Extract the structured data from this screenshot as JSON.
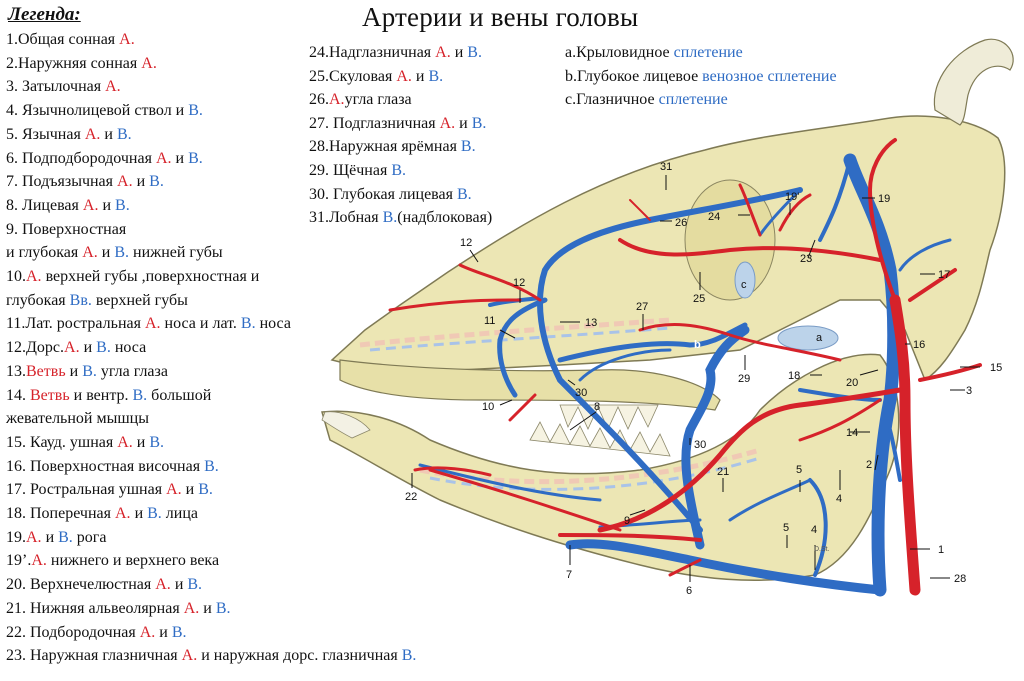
{
  "title": "Артерии и вены головы",
  "legend_heading": "Легенда:",
  "legend_col1": [
    [
      [
        "1.Общая сонная ",
        ""
      ],
      [
        "А.",
        "r"
      ]
    ],
    [
      [
        "2.Наружняя сонная  ",
        ""
      ],
      [
        "А.",
        "r"
      ]
    ],
    [
      [
        "3. Затылочная ",
        ""
      ],
      [
        "А.",
        "r"
      ]
    ],
    [
      [
        "4. Язычнолицевой ствол и ",
        ""
      ],
      [
        "В.",
        "b"
      ]
    ],
    [
      [
        "5. Язычная ",
        ""
      ],
      [
        "А.",
        "r"
      ],
      [
        " и ",
        ""
      ],
      [
        "В.",
        "b"
      ]
    ],
    [
      [
        "6. Подподбородочная ",
        ""
      ],
      [
        "А.",
        "r"
      ],
      [
        " и ",
        ""
      ],
      [
        "В.",
        "b"
      ]
    ],
    [
      [
        "7. Подъязычная ",
        ""
      ],
      [
        "А.",
        "r"
      ],
      [
        " и ",
        ""
      ],
      [
        "В.",
        "b"
      ]
    ],
    [
      [
        "8. Лицевая ",
        ""
      ],
      [
        "А.",
        "r"
      ],
      [
        " и ",
        ""
      ],
      [
        "В.",
        "b"
      ]
    ],
    [
      [
        "9. Поверхностная",
        ""
      ]
    ],
    [
      [
        "и глубокая ",
        ""
      ],
      [
        "А.",
        "r"
      ],
      [
        " и ",
        ""
      ],
      [
        "В.",
        "b"
      ],
      [
        " нижней губы",
        ""
      ]
    ],
    [
      [
        "10.",
        ""
      ],
      [
        "А.",
        "r"
      ],
      [
        " верхней губы ,поверхностная и",
        ""
      ]
    ],
    [
      [
        " глубокая ",
        ""
      ],
      [
        "Вв.",
        "b"
      ],
      [
        " верхней губы",
        ""
      ]
    ],
    [
      [
        "11.Лат. ростральная ",
        ""
      ],
      [
        "А.",
        "r"
      ],
      [
        " носа и лат. ",
        ""
      ],
      [
        "В.",
        "b"
      ],
      [
        " носа",
        ""
      ]
    ],
    [
      [
        "12.Дорс.",
        ""
      ],
      [
        "А.",
        "r"
      ],
      [
        " и ",
        ""
      ],
      [
        "В.",
        "b"
      ],
      [
        " носа",
        ""
      ]
    ],
    [
      [
        "13.",
        ""
      ],
      [
        "Ветвь",
        "r"
      ],
      [
        " и ",
        ""
      ],
      [
        "В.",
        "b"
      ],
      [
        " угла глаза",
        ""
      ]
    ],
    [
      [
        "14. ",
        ""
      ],
      [
        "Ветвь",
        "r"
      ],
      [
        " и вентр. ",
        ""
      ],
      [
        "В.",
        "b"
      ],
      [
        " большой",
        ""
      ]
    ],
    [
      [
        "жевательной мышцы",
        ""
      ]
    ],
    [
      [
        "15. Кауд. ушная ",
        ""
      ],
      [
        "А.",
        "r"
      ],
      [
        " и ",
        ""
      ],
      [
        "В.",
        "b"
      ]
    ],
    [
      [
        "16. Поверхностная височная ",
        ""
      ],
      [
        "В.",
        "b"
      ]
    ],
    [
      [
        "17. Ростральная ушная ",
        ""
      ],
      [
        "А.",
        "r"
      ],
      [
        " и ",
        ""
      ],
      [
        "В.",
        "b"
      ]
    ],
    [
      [
        "18. Поперечная ",
        ""
      ],
      [
        "А.",
        "r"
      ],
      [
        " и ",
        ""
      ],
      [
        "В.",
        "b"
      ],
      [
        " лица",
        ""
      ]
    ],
    [
      [
        "19.",
        ""
      ],
      [
        "А.",
        "r"
      ],
      [
        " и ",
        ""
      ],
      [
        "В.",
        "b"
      ],
      [
        " рога",
        ""
      ]
    ],
    [
      [
        "19’.",
        ""
      ],
      [
        "А.",
        "r"
      ],
      [
        " нижнего и верхнего века",
        ""
      ]
    ],
    [
      [
        "20. Верхнечелюстная ",
        ""
      ],
      [
        "А.",
        "r"
      ],
      [
        " и ",
        ""
      ],
      [
        "В.",
        "b"
      ]
    ],
    [
      [
        "21. Нижняя альвеолярная ",
        ""
      ],
      [
        "А.",
        "r"
      ],
      [
        " и ",
        ""
      ],
      [
        "В.",
        "b"
      ]
    ],
    [
      [
        "22. Подбородочная ",
        ""
      ],
      [
        "А.",
        "r"
      ],
      [
        " и ",
        ""
      ],
      [
        "В.",
        "b"
      ]
    ],
    [
      [
        "23. Наружная глазничная ",
        ""
      ],
      [
        "А.",
        "r"
      ],
      [
        " и наружная дорс. глазничная ",
        ""
      ],
      [
        "В.",
        "b"
      ]
    ]
  ],
  "legend_col2": [
    [
      [
        "24.Надглазничная ",
        ""
      ],
      [
        "А.",
        "r"
      ],
      [
        " и ",
        ""
      ],
      [
        "В.",
        "b"
      ]
    ],
    [
      [
        "25.Скуловая ",
        ""
      ],
      [
        "А.",
        "r"
      ],
      [
        " и ",
        ""
      ],
      [
        "В.",
        "b"
      ]
    ],
    [
      [
        "26.",
        ""
      ],
      [
        "А.",
        "r"
      ],
      [
        "угла глаза",
        ""
      ]
    ],
    [
      [
        "27. Подглазничная ",
        ""
      ],
      [
        "А.",
        "r"
      ],
      [
        " и ",
        ""
      ],
      [
        "В.",
        "b"
      ]
    ],
    [
      [
        "28.Наружная ярёмная ",
        ""
      ],
      [
        "В.",
        "b"
      ]
    ],
    [
      [
        "29. Щёчная ",
        ""
      ],
      [
        "В.",
        "b"
      ]
    ],
    [
      [
        "30. Глубокая лицевая ",
        ""
      ],
      [
        "В.",
        "b"
      ]
    ],
    [
      [
        "31.Лобная ",
        ""
      ],
      [
        "В.",
        "b"
      ],
      [
        "(надблоковая)",
        ""
      ]
    ]
  ],
  "legend_col3": [
    [
      [
        "a.Крыловидное ",
        ""
      ],
      [
        "сплетение",
        "b"
      ]
    ],
    [
      [
        "b.Глубокое лицевое ",
        ""
      ],
      [
        "венозное сплетение",
        "b"
      ]
    ],
    [
      [
        "c.Глазничное ",
        ""
      ],
      [
        "сплетение",
        "b"
      ]
    ]
  ],
  "colors": {
    "artery": "#d6222a",
    "vein": "#2f6cc4",
    "bone": "#ece6b4",
    "bone_edge": "#7f7a55"
  },
  "diagram_labels": [
    "1",
    "2",
    "3",
    "4",
    "4",
    "5",
    "5",
    "6",
    "7",
    "8",
    "9",
    "10",
    "11",
    "12",
    "12",
    "13",
    "14",
    "15",
    "16",
    "17",
    "18",
    "19",
    "19'",
    "20",
    "21",
    "22",
    "23",
    "24",
    "25",
    "26",
    "27",
    "28",
    "29",
    "30",
    "30",
    "31",
    "a",
    "b",
    "c"
  ],
  "artist_signature": "D.St."
}
